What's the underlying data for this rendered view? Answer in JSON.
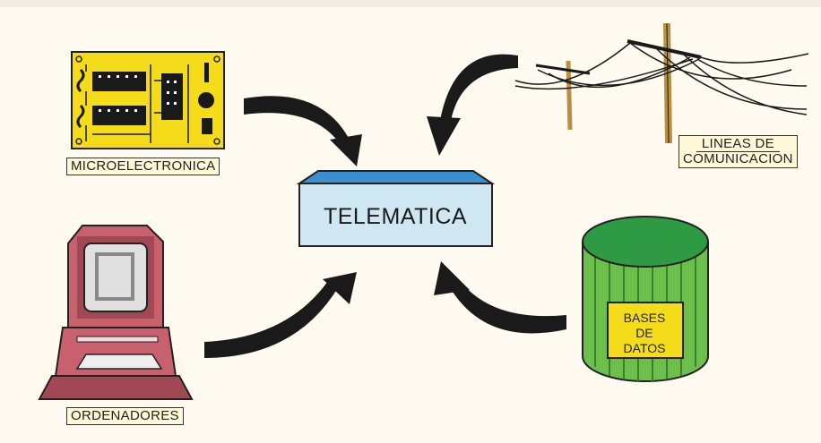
{
  "diagram": {
    "center": {
      "label": "TELEMATICA"
    },
    "nodes": [
      {
        "id": "micro",
        "label": "MICROELECTRONICA"
      },
      {
        "id": "lineas",
        "label_line1": "LINEAS DE",
        "label_line2": "COMUNICACION"
      },
      {
        "id": "ordenadores",
        "label": "ORDENADORES"
      },
      {
        "id": "bases",
        "label_line1": "BASES",
        "label_line2": "DE",
        "label_line3": "DATOS"
      }
    ],
    "colors": {
      "background": "#fffaf0",
      "board": "#f4dc1a",
      "hub_top": "#3a8fd0",
      "hub_front": "#cfe7f2",
      "cylinder": "#6cbf4a",
      "computer": "#c8606e",
      "arrow": "#1a1a1a"
    }
  }
}
